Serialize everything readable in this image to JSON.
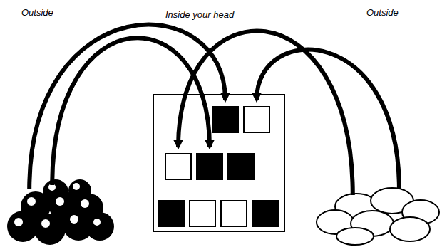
{
  "diagram": {
    "nodes": [
      {
        "text": [
          "Outside"
        ]
      },
      {
        "text": [
          "Inside your head"
        ]
      },
      {
        "text": [
          "Outside"
        ]
      }
    ],
    "edges": [
      {
        "from": 0,
        "to": 1,
        "arrow": "to"
      },
      {
        "from": 0,
        "to": 1,
        "arrow": "to"
      },
      {
        "from": 2,
        "to": 1,
        "arrow": "to"
      },
      {
        "from": 2,
        "to": 1,
        "arrow": "to"
      }
    ]
  }
}
